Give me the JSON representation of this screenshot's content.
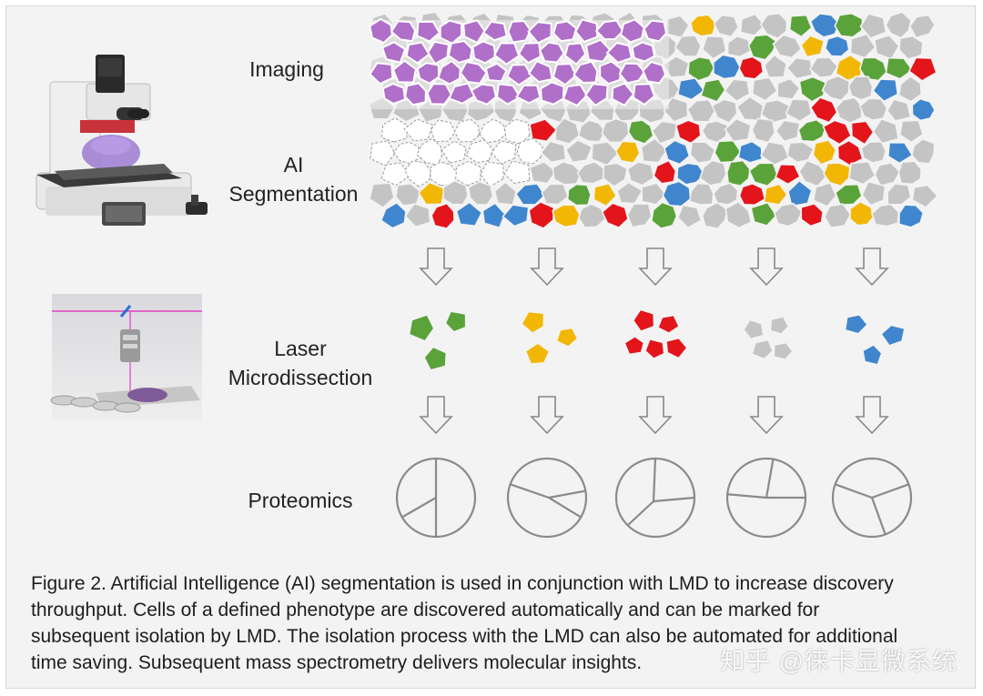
{
  "labels": {
    "imaging": "Imaging",
    "ai_line1": "AI",
    "ai_line2": "Segmentation",
    "lmd_line1": "Laser",
    "lmd_line2": "Microdissection",
    "proteomics": "Proteomics"
  },
  "caption": [
    "Figure 2. Artificial Intelligence (AI) segmentation is used in conjunction with LMD to increase discovery",
    "throughput. Cells of a defined phenotype are discovered automatically and can be marked for",
    "subsequent isolation by LMD. The isolation process with the LMD can also be automated for additional",
    "time saving. Subsequent mass spectrometry delivers molecular insights."
  ],
  "watermark": "知乎 @徕卡显微系统",
  "colors": {
    "purple": "#b06fc9",
    "green": "#5aa33a",
    "yellow": "#f2b705",
    "red": "#e4141b",
    "gray": "#c4c4c4",
    "blue": "#3f86cf",
    "arrow": "#888888",
    "pie_stroke": "#8a8a8a"
  },
  "columns": [
    {
      "cluster": "green-cell-cluster",
      "color_key": "green"
    },
    {
      "cluster": "yellow-cell-cluster",
      "color_key": "yellow"
    },
    {
      "cluster": "red-cell-cluster",
      "color_key": "red"
    },
    {
      "cluster": "gray-cell-cluster",
      "color_key": "gray"
    },
    {
      "cluster": "blue-cell-cluster",
      "color_key": "blue"
    }
  ]
}
